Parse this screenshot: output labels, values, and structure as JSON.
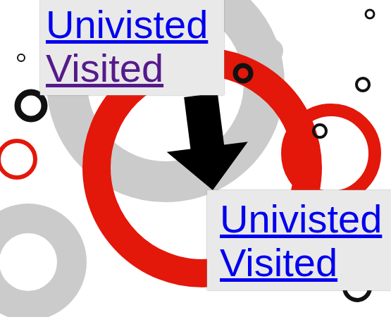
{
  "diagram": {
    "nodes": [
      {
        "text": [
          "Univisted",
          "Visited"
        ]
      },
      {
        "text": [
          "Univisted",
          "Visited"
        ]
      }
    ],
    "edges": [
      {
        "from": 0,
        "to": 1,
        "arrow": "to"
      }
    ]
  }
}
